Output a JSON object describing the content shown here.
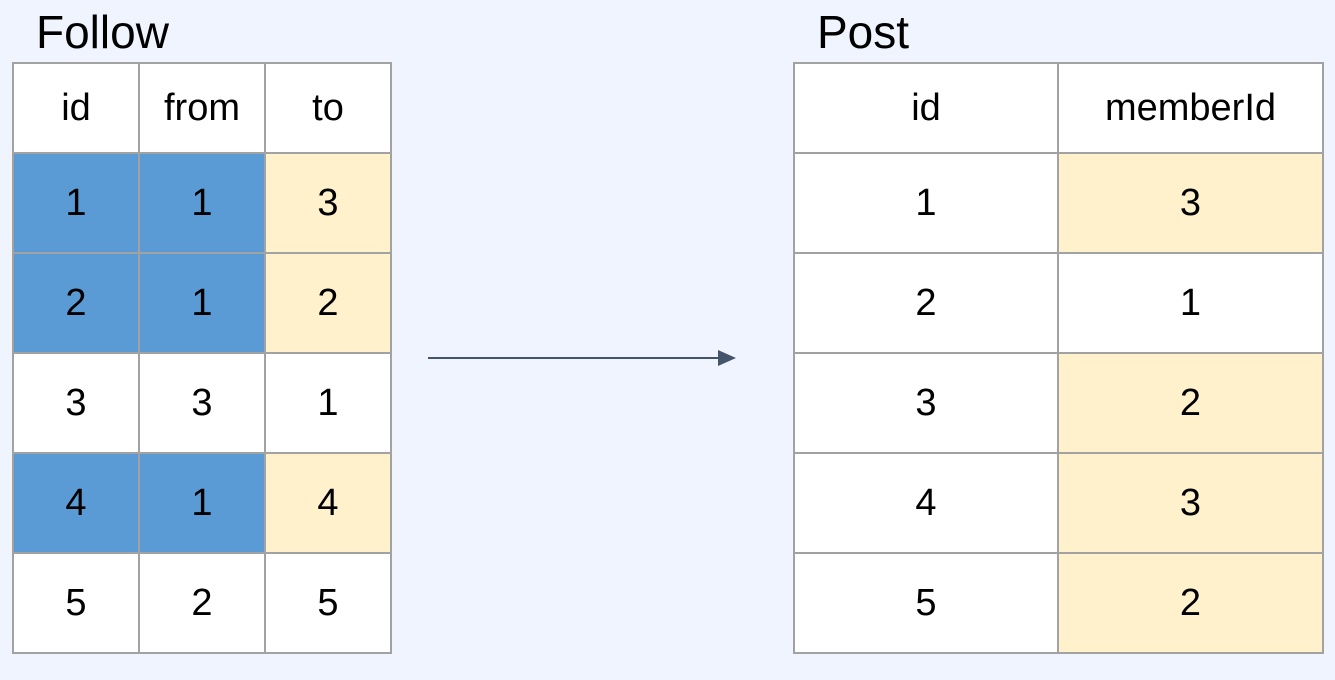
{
  "follow": {
    "title": "Follow",
    "columns": [
      "id",
      "from",
      "to"
    ],
    "rows": [
      {
        "cells": [
          "1",
          "1",
          "3"
        ],
        "highlight": [
          "blue",
          "blue",
          "yellow"
        ]
      },
      {
        "cells": [
          "2",
          "1",
          "2"
        ],
        "highlight": [
          "blue",
          "blue",
          "yellow"
        ]
      },
      {
        "cells": [
          "3",
          "3",
          "1"
        ],
        "highlight": [
          "",
          "",
          ""
        ]
      },
      {
        "cells": [
          "4",
          "1",
          "4"
        ],
        "highlight": [
          "blue",
          "blue",
          "yellow"
        ]
      },
      {
        "cells": [
          "5",
          "2",
          "5"
        ],
        "highlight": [
          "",
          "",
          ""
        ]
      }
    ]
  },
  "post": {
    "title": "Post",
    "columns": [
      "id",
      "memberId"
    ],
    "rows": [
      {
        "cells": [
          "1",
          "3"
        ],
        "highlight": [
          "",
          "yellow"
        ]
      },
      {
        "cells": [
          "2",
          "1"
        ],
        "highlight": [
          "",
          ""
        ]
      },
      {
        "cells": [
          "3",
          "2"
        ],
        "highlight": [
          "",
          "yellow"
        ]
      },
      {
        "cells": [
          "4",
          "3"
        ],
        "highlight": [
          "",
          "yellow"
        ]
      },
      {
        "cells": [
          "5",
          "2"
        ],
        "highlight": [
          "",
          "yellow"
        ]
      }
    ]
  },
  "colors": {
    "background": "#f0f4fe",
    "highlight_blue": "#5b9bd5",
    "highlight_yellow": "#fff1cc",
    "border": "#a2a2a2",
    "arrow": "#44546a"
  }
}
